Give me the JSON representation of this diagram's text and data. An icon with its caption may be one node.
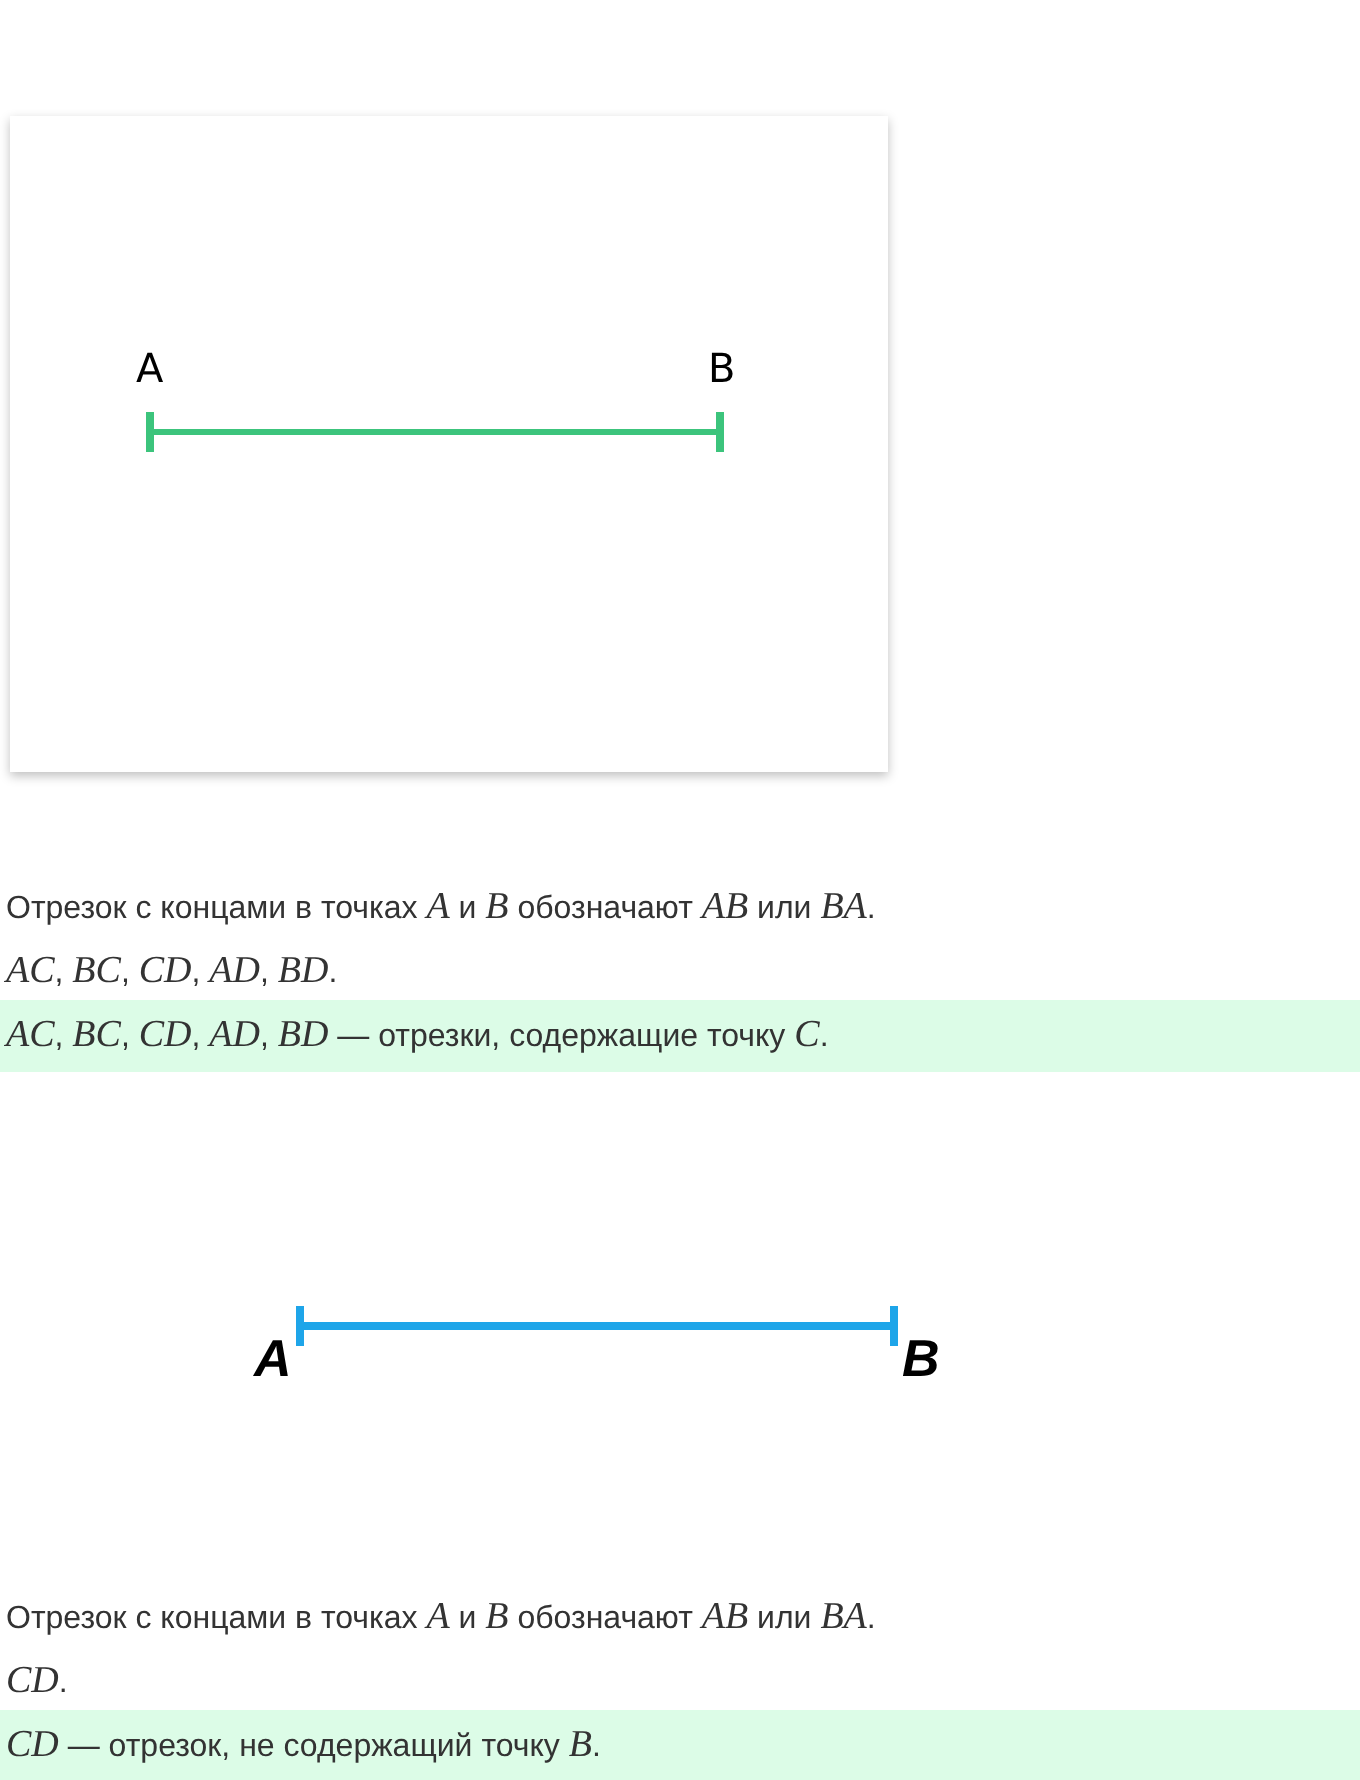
{
  "diagram": {
    "nodes": [
      {
        "text": [
          "A"
        ]
      },
      {
        "text": [
          "B"
        ]
      },
      {
        "text": [
          "A"
        ]
      },
      {
        "text": [
          "B"
        ]
      }
    ],
    "edges": [
      {
        "from": 0,
        "to": 1,
        "arrow": "other",
        "color": "#3cc47c"
      },
      {
        "from": 2,
        "to": 3,
        "arrow": "other",
        "color": "#1ea5e9"
      }
    ],
    "labels": [
      "Отрезок с концами в точках *A* и *B* обозначают *AB* или *BA*.",
      "*AC*, *BC*, *CD*, *AD*, *BD*.",
      "*AC*, *BC*, *CD*, *AD*, *BD* — отрезки, содержащие точку *C*.",
      "Отрезок с концами в точках *A* и *B* обозначают *AB* или *BA*.",
      "*CD*.",
      "*CD* — отрезок, не содержащий точку *B*."
    ]
  }
}
